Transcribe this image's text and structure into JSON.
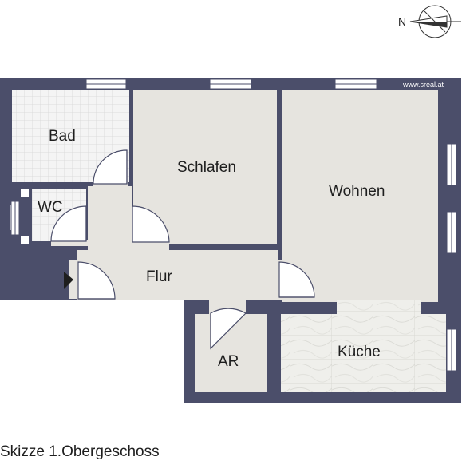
{
  "plan": {
    "rooms": {
      "bad": "Bad",
      "wc": "WC",
      "schlafen": "Schlafen",
      "wohnen": "Wohnen",
      "flur": "Flur",
      "ar": "AR",
      "kueche": "Küche"
    },
    "watermark": "www.sreal.at",
    "north": "N",
    "colors": {
      "wall": "#4b4e6a",
      "floor": "#e6e4df",
      "window": "#ffffff",
      "tile_grid": "#d6d6d6",
      "marble": "#eeeeea"
    }
  },
  "caption": "Skizze 1.Obergeschoss"
}
